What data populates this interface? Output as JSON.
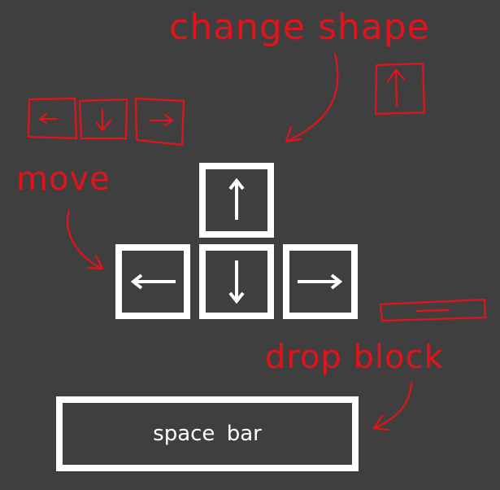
{
  "annotations": {
    "change_shape": "change shape",
    "move": "move",
    "drop_block": "drop block"
  },
  "keys": {
    "up": "arrow-up",
    "left": "arrow-left",
    "down": "arrow-down",
    "right": "arrow-right",
    "spacebar_label": "space bar"
  },
  "colors": {
    "background": "#3f3f3f",
    "key": "#ffffff",
    "annotation": "#e0141c"
  }
}
